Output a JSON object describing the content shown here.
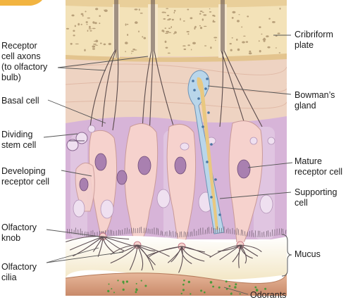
{
  "labels": {
    "receptor_axons": "Receptor\ncell axons\n(to olfactory\nbulb)",
    "basal_cell": "Basal cell",
    "dividing_stem_cell": "Dividing\nstem cell",
    "developing_receptor": "Developing\nreceptor cell",
    "olfactory_knob": "Olfactory\nknob",
    "olfactory_cilia": "Olfactory\ncilia",
    "cribriform_plate": "Cribriform\nplate",
    "bowmans_gland": "Bowman’s\ngland",
    "mature_receptor": "Mature\nreceptor cell",
    "supporting_cell": "Supporting\ncell",
    "mucus": "Mucus",
    "odorants": "Odorants"
  },
  "colors": {
    "bone": "#f3e2b8",
    "bone_speckle": "#b8a07a",
    "lamina": "#eed3c2",
    "epithelium": "#d7b4d8",
    "receptor_cell": "#f6d2cd",
    "nucleus": "#a980b0",
    "gland": "#b9d6ea",
    "gland_duct": "#e9c880",
    "mucus": "#f6efd6",
    "odorant_dot": "#4b9a3a"
  }
}
